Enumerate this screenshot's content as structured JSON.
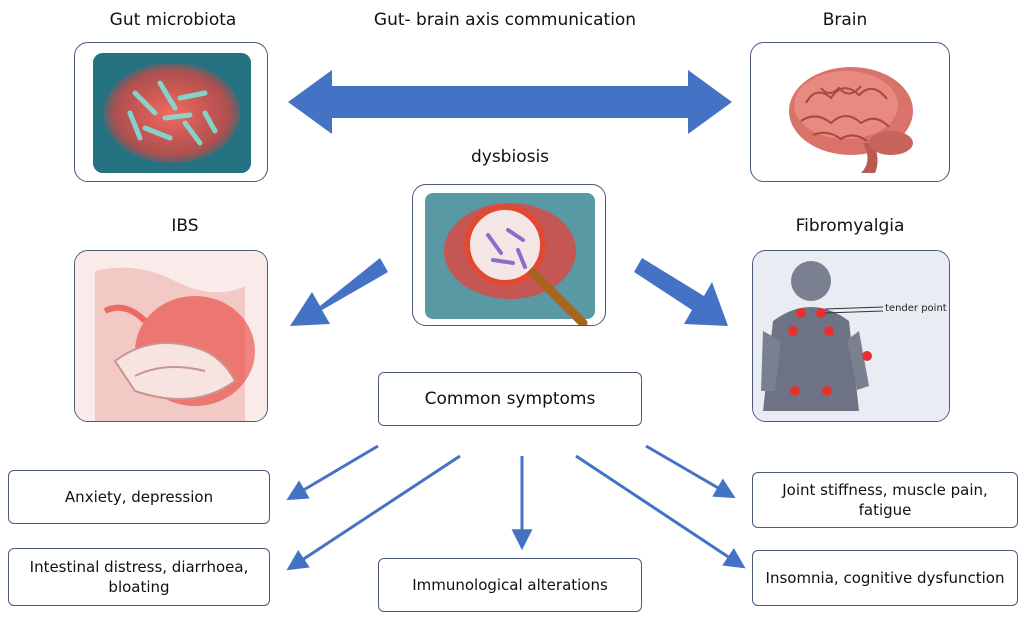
{
  "top": {
    "gut_label": "Gut microbiota",
    "axis_label": "Gut- brain axis communication",
    "brain_label": "Brain"
  },
  "middle": {
    "dysbiosis_label": "dysbiosis",
    "ibs_label": "IBS",
    "fibro_label": "Fibromyalgia",
    "tender_point_label": "tender point"
  },
  "common": {
    "label": "Common symptoms"
  },
  "symptoms": {
    "anxiety": "Anxiety, depression",
    "intestinal_line1": "Intestinal distress, diarrhoea,",
    "intestinal_line2": "bloating",
    "immuno": "Immunological alterations",
    "joint_line1": "Joint stiffness, muscle pain,",
    "joint_line2": "fatigue",
    "insomnia": "Insomnia, cognitive dysfunction"
  },
  "colors": {
    "arrow_blue": "#4472c4",
    "box_border": "#4a5a78",
    "gut_red": "#e8413a",
    "teal": "#2c8a9a"
  }
}
